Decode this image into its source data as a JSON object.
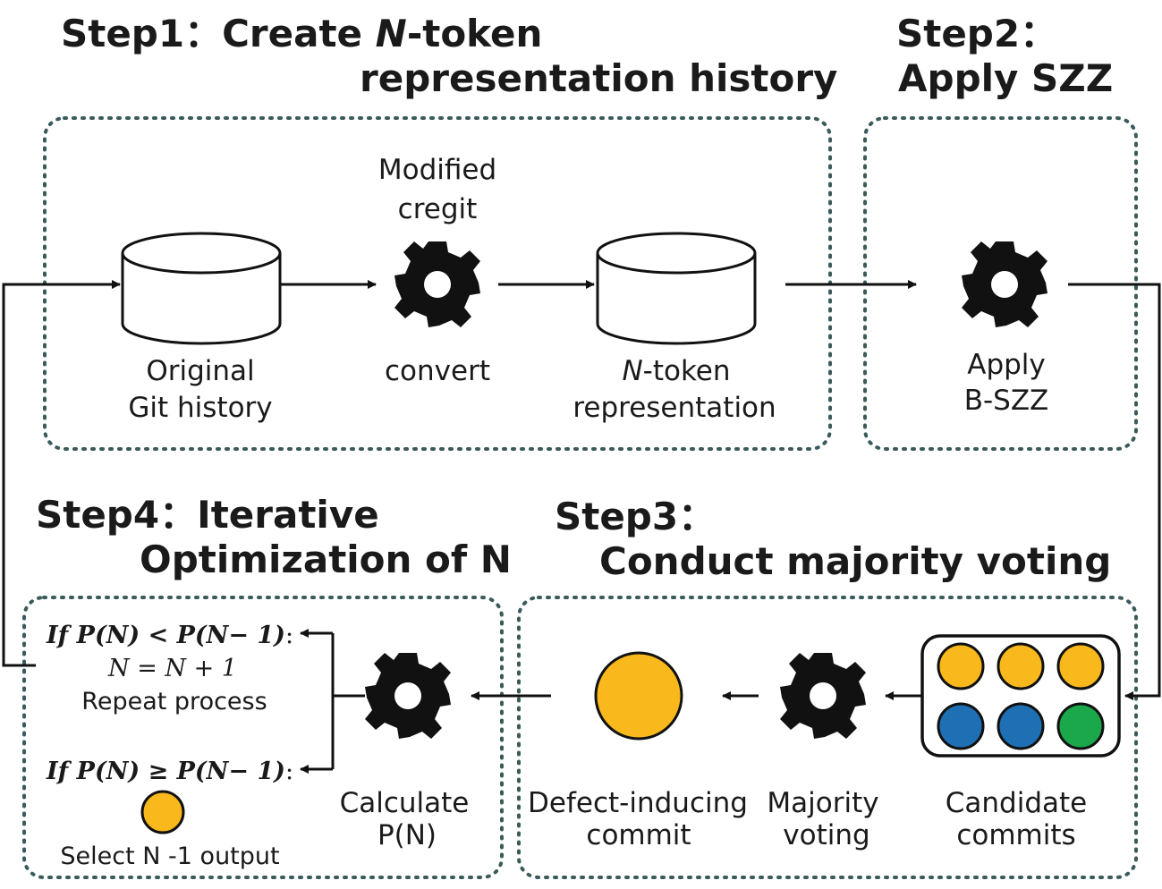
{
  "step1": {
    "title_prefix": "Step1：Create ",
    "title_n": "N",
    "title_suffix": "-token",
    "title_line2": "representation history",
    "original_line1": "Original",
    "original_line2": "Git history",
    "cregit_line1": "Modified",
    "cregit_line2": "cregit",
    "convert": "convert",
    "ntoken_n": "N",
    "ntoken_suffix": "-token",
    "ntoken_line2": "representation"
  },
  "step2": {
    "title_line1": "Step2：",
    "title_line2": "Apply SZZ",
    "apply_line1": "Apply",
    "apply_line2": "B-SZZ"
  },
  "step3": {
    "title_line1": "Step3：",
    "title_line2": "Conduct majority voting",
    "candidate_line1": "Candidate",
    "candidate_line2": "commits",
    "majority_line1": "Majority",
    "majority_line2": "voting",
    "defect_line1": "Defect-inducing",
    "defect_line2": "commit"
  },
  "step4": {
    "title_line1": "Step4：Iterative",
    "title_line2": "Optimization of N",
    "calc_line1": "Calculate",
    "calc_line2": "P(N)",
    "cond1_prefix": "If P(N) < P(N− 1)",
    "cond1_colon": ":",
    "cond1_line2": "N = N + 1",
    "cond1_line3": "Repeat process",
    "cond2_prefix": "If P(N) ≥ P(N− 1)",
    "cond2_colon": ":",
    "cond2_line3": "Select N -1 output"
  },
  "colors": {
    "yellow": "#F9B91C",
    "blue": "#1F6FB4",
    "green": "#1AA84A",
    "box_border": "#3b5a5a",
    "line": "#111111"
  },
  "candidate_dot_colors": [
    "yellow",
    "yellow",
    "yellow",
    "blue",
    "blue",
    "green"
  ]
}
